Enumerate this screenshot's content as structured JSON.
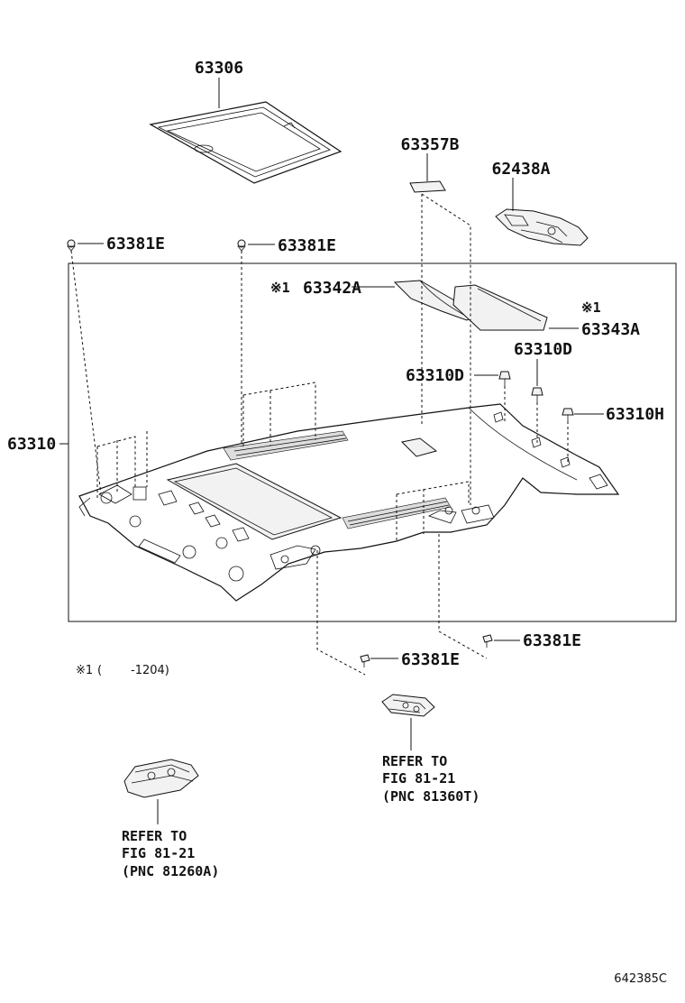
{
  "parts": {
    "p63306": "63306",
    "p63357B": "63357B",
    "p62438A": "62438A",
    "p63381E_left": "63381E",
    "p63381E_mid": "63381E",
    "p63342A": "63342A",
    "p63343A": "63343A",
    "p63310D_right": "63310D",
    "p63310D_left": "63310D",
    "p63310H": "63310H",
    "p63310": "63310",
    "p63381E_lower_right": "63381E",
    "p63381E_lower_mid": "63381E"
  },
  "marks": {
    "note_mark": "※1",
    "mark_63342A": "※1",
    "mark_63343A": "※1"
  },
  "footnote": {
    "mark": "※1",
    "paren_open": "(",
    "range": "-1204)"
  },
  "refer_right": {
    "line1": "REFER TO",
    "line2": "FIG 81-21",
    "line3": "(PNC 81360T)"
  },
  "refer_left": {
    "line1": "REFER TO",
    "line2": "FIG 81-21",
    "line3": "(PNC 81260A)"
  },
  "diagram_code": "642385C"
}
